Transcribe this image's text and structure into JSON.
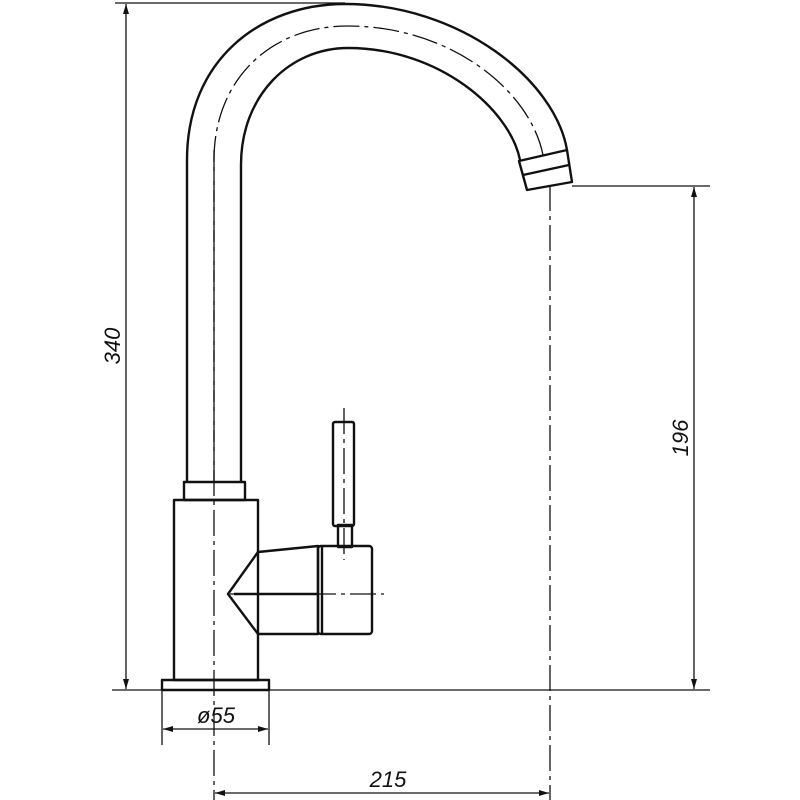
{
  "dimensions": {
    "overall_height": "340",
    "spout_outlet_height": "196",
    "base_diameter": "ø55",
    "spout_reach": "215"
  }
}
